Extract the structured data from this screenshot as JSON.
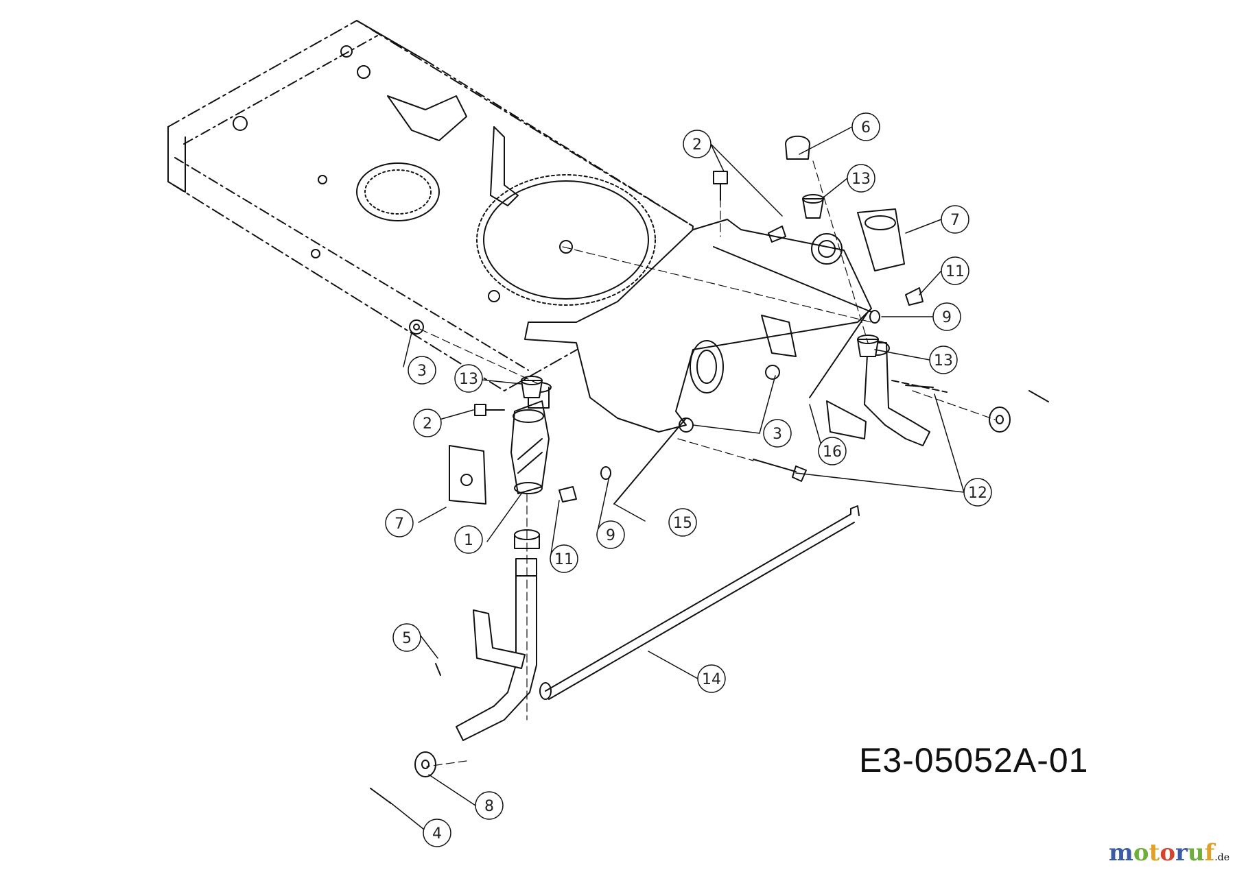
{
  "callouts": [
    {
      "label": "1"
    },
    {
      "label": "2"
    },
    {
      "label": "2"
    },
    {
      "label": "3"
    },
    {
      "label": "3"
    },
    {
      "label": "4"
    },
    {
      "label": "5"
    },
    {
      "label": "6"
    },
    {
      "label": "7"
    },
    {
      "label": "7"
    },
    {
      "label": "8"
    },
    {
      "label": "9"
    },
    {
      "label": "9"
    },
    {
      "label": "11"
    },
    {
      "label": "11"
    },
    {
      "label": "12"
    },
    {
      "label": "13"
    },
    {
      "label": "13"
    },
    {
      "label": "13"
    },
    {
      "label": "14"
    },
    {
      "label": "15"
    },
    {
      "label": "16"
    }
  ],
  "drawing_code": "E3-05052A-01",
  "watermark": {
    "letters": [
      {
        "ch": "m",
        "color": "#3b5aa8"
      },
      {
        "ch": "o",
        "color": "#6fae3c"
      },
      {
        "ch": "t",
        "color": "#e0a12a"
      },
      {
        "ch": "o",
        "color": "#d2452f"
      },
      {
        "ch": "r",
        "color": "#3b5aa8"
      },
      {
        "ch": "u",
        "color": "#6fae3c"
      },
      {
        "ch": "f",
        "color": "#e0a12a"
      }
    ],
    "domain": ".de"
  }
}
